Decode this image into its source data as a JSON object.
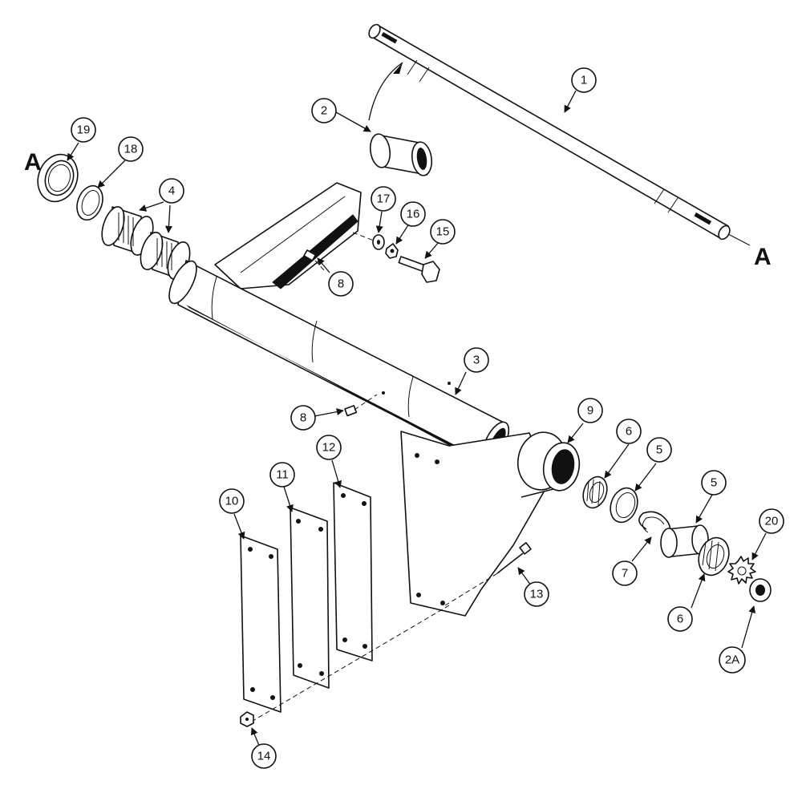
{
  "diagram": {
    "section_marks": [
      "A",
      "A"
    ],
    "callouts": [
      "1",
      "2",
      "19",
      "18",
      "4",
      "17",
      "16",
      "15",
      "8",
      "3",
      "8",
      "9",
      "6",
      "5",
      "5",
      "12",
      "11",
      "10",
      "7",
      "20",
      "13",
      "6",
      "2A",
      "14"
    ],
    "colors": {
      "line": "#111111",
      "background": "#ffffff"
    }
  }
}
